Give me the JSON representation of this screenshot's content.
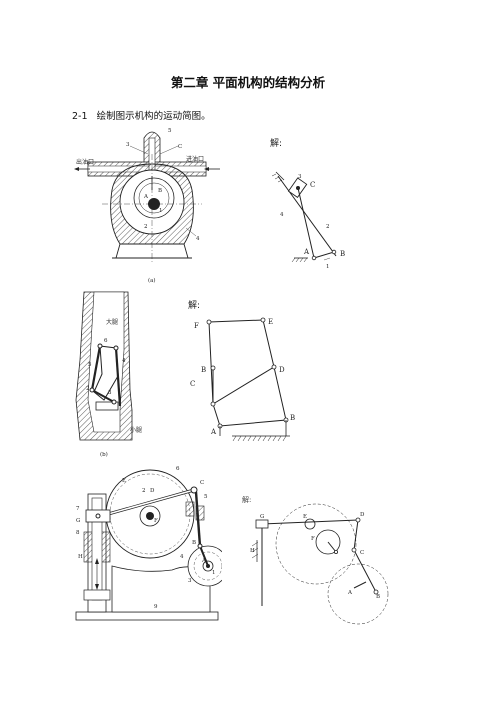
{
  "chapter_title": "第二章 平面机构的结构分析",
  "problem": {
    "number": "2-1",
    "text": "绘制图示机构的运动简图。"
  },
  "fig_a": {
    "caption": "(a)",
    "outlet": "出油口",
    "inlet": "进油口",
    "labels": {
      "A": "A",
      "B": "B",
      "C": "C",
      "n1": "1",
      "n2": "2",
      "n3": "3",
      "n4": "4",
      "n5": "5"
    }
  },
  "sol_a": {
    "heading": "解:",
    "labels": {
      "A": "A",
      "B": "B",
      "C": "C",
      "n1": "1",
      "n2": "2",
      "n3": "3",
      "n4": "4"
    }
  },
  "fig_b": {
    "caption": "(b)",
    "thigh": "大腿",
    "shank": "小腿",
    "labels": {
      "n2": "2",
      "n3": "3",
      "n4": "4",
      "n5": "5",
      "n6": "6"
    }
  },
  "sol_b": {
    "heading": "解:",
    "labels": {
      "A": "A",
      "B1": "B",
      "B2": "B",
      "C": "C",
      "D": "D",
      "E": "E",
      "F": "F"
    }
  },
  "fig_c": {
    "labels": {
      "n1": "1",
      "n2": "2",
      "n3": "3",
      "n4": "4",
      "n5": "5",
      "n6": "6",
      "n7": "7",
      "n8": "8",
      "n9": "9",
      "A": "A",
      "B": "B",
      "C": "C",
      "D": "D",
      "E": "E",
      "F": "F",
      "G": "G",
      "H": "H"
    }
  },
  "sol_c": {
    "heading": "解:",
    "labels": {
      "A": "A",
      "B": "B",
      "C": "C",
      "D": "D",
      "E": "E",
      "F": "F",
      "G": "G",
      "H": "H"
    }
  }
}
